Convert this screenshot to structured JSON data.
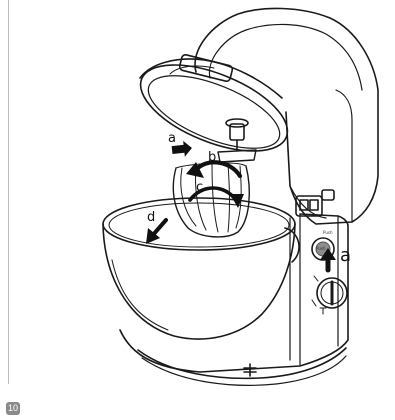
{
  "page": {
    "number": "10"
  },
  "labels": {
    "a_upper": "a",
    "b": "b",
    "c": "c",
    "d": "d",
    "a_right": "a",
    "push": "Push",
    "push_small": "Push"
  },
  "colors": {
    "line": "#1a1a1a",
    "badge": "#8a8a8a",
    "arrow": "#111111"
  }
}
